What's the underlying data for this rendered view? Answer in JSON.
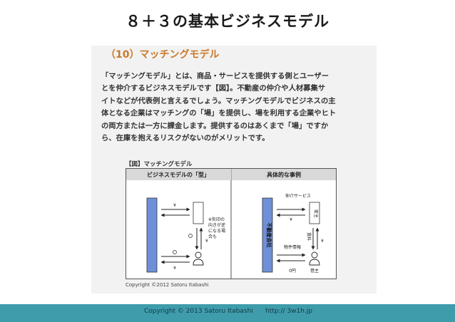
{
  "slide": {
    "title": "８＋３の基本ビジネスモデル",
    "footer_copyright": "Copyright  © 2013 Satoru Itabashi",
    "footer_url": "http:// 3w1h.jp"
  },
  "article": {
    "heading": "（10）マッチングモデル",
    "lines": [
      "「マッチングモデル」とは、商品・サービスを提供する側とユーザー",
      "とを仲介するビジネスモデルです【図】。不動産の仲介や人材募集サ",
      "イトなどが代表例と言えるでしょう。マッチングモデルでビジネスの主",
      "体となる企業はマッチングの「場」を提供し、場を利用する企業やヒト",
      "の両方または一方に課金します。提供するのはあくまで「場」ですか",
      "ら、在庫を抱えるリスクがないのがメリットです。"
    ]
  },
  "figure": {
    "caption": "【図】マッチングモデル",
    "left_header": "ビジネスモデルの「型」",
    "right_header": "具体的な事例",
    "yen": "¥",
    "note_lines": [
      "※矢印の",
      "向きが逆",
      "になる場",
      "合も"
    ],
    "agency": "不動産会社",
    "service": "仲介サービス",
    "landlord": "家主",
    "rent": "賃料",
    "listing": "物件情報",
    "zero": "0円",
    "tenant": "借主",
    "copyright": "Copyright ©2012 Satoru Itabashi"
  },
  "colors": {
    "accent": "#c97a2b",
    "footer_band": "#3f9cab",
    "figure_blue": "#6f8fd8",
    "header_band": "#d9d9d9"
  }
}
